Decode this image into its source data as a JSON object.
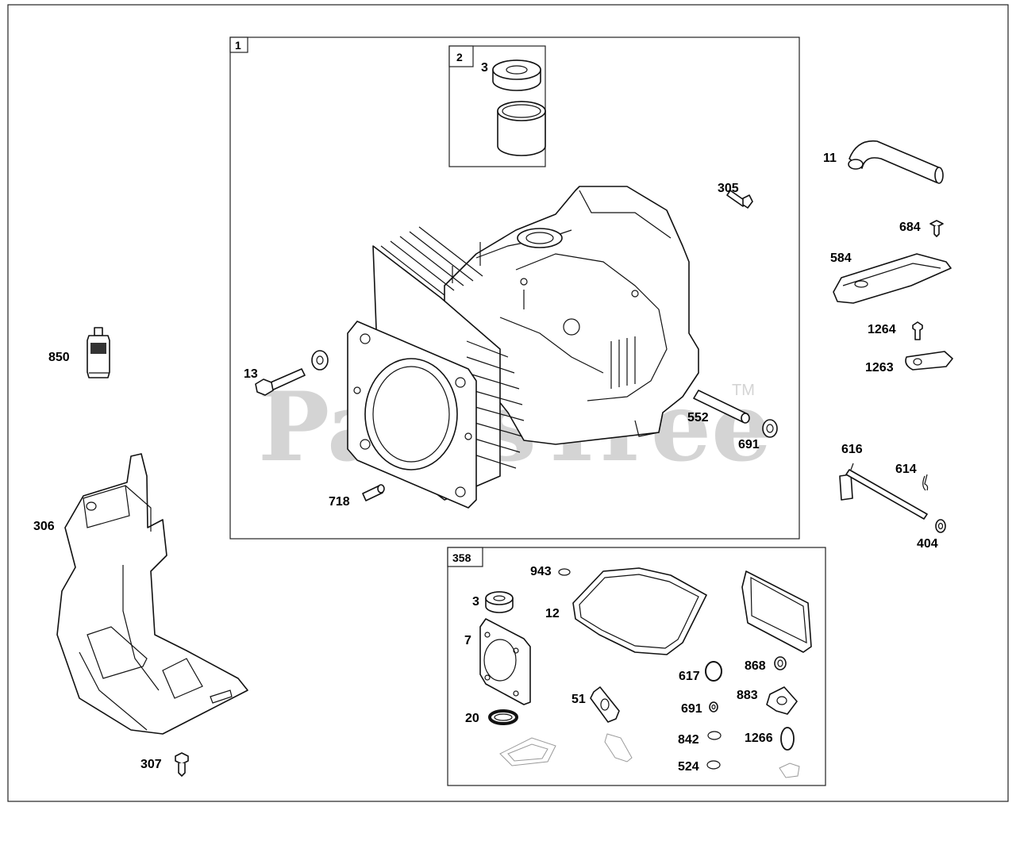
{
  "watermark": {
    "text": "PartsTree",
    "tm": "TM"
  },
  "boxes": {
    "b1": "1",
    "b2": "2",
    "b358": "358"
  },
  "callouts": {
    "c3_top": "3",
    "c305": "305",
    "c13": "13",
    "c552": "552",
    "c691_top": "691",
    "c718": "718",
    "c11": "11",
    "c684": "684",
    "c584": "584",
    "c1264": "1264",
    "c1263": "1263",
    "c616": "616",
    "c614": "614",
    "c404": "404",
    "c850": "850",
    "c306": "306",
    "c307": "307",
    "c943": "943",
    "c3_kit": "3",
    "c12": "12",
    "c7": "7",
    "c617": "617",
    "c868": "868",
    "c691_kit": "691",
    "c883": "883",
    "c51": "51",
    "c20": "20",
    "c842": "842",
    "c1266": "1266",
    "c524": "524"
  }
}
